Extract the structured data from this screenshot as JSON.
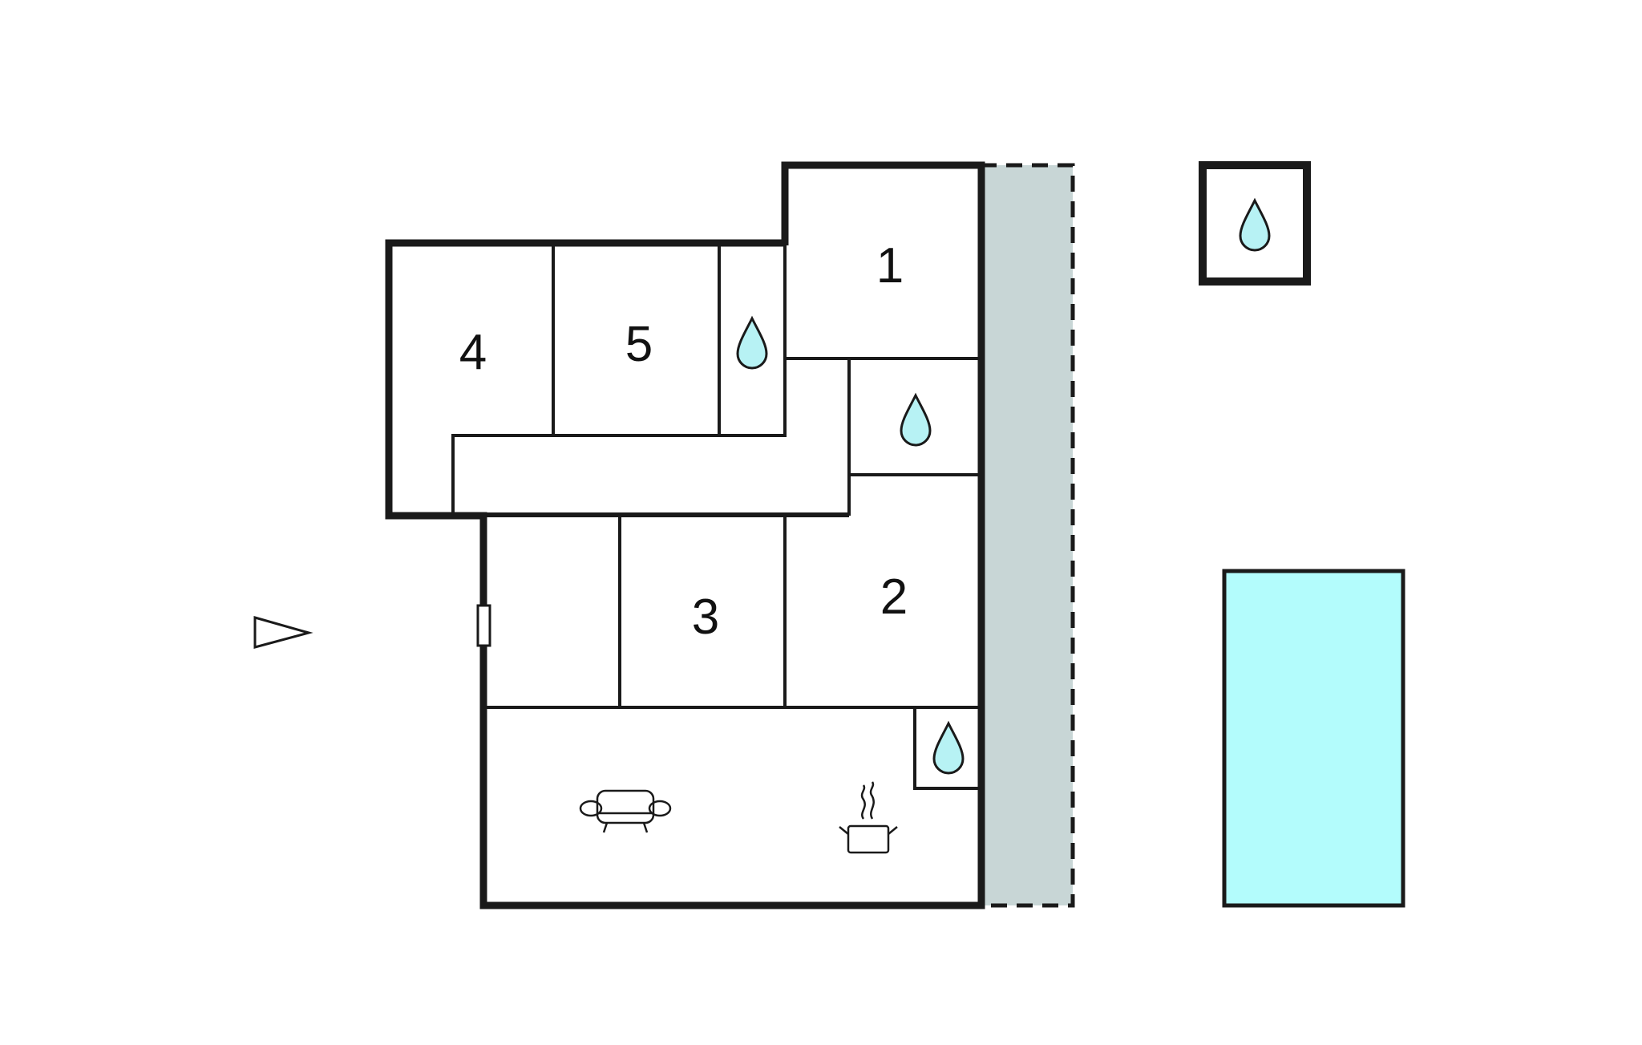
{
  "rooms": [
    {
      "label": "1"
    },
    {
      "label": "2"
    },
    {
      "label": "3"
    },
    {
      "label": "4"
    },
    {
      "label": "5"
    }
  ],
  "colors": {
    "wall": "#1a1a1a",
    "terrace": "#c8d6d6",
    "water": "#b3fcfc",
    "water_drop": "#b7f2f4",
    "background": "#ffffff"
  },
  "icons": [
    "water-drop-icon",
    "sofa-icon",
    "cooking-pot-icon",
    "entrance-arrow-icon",
    "door-icon"
  ]
}
